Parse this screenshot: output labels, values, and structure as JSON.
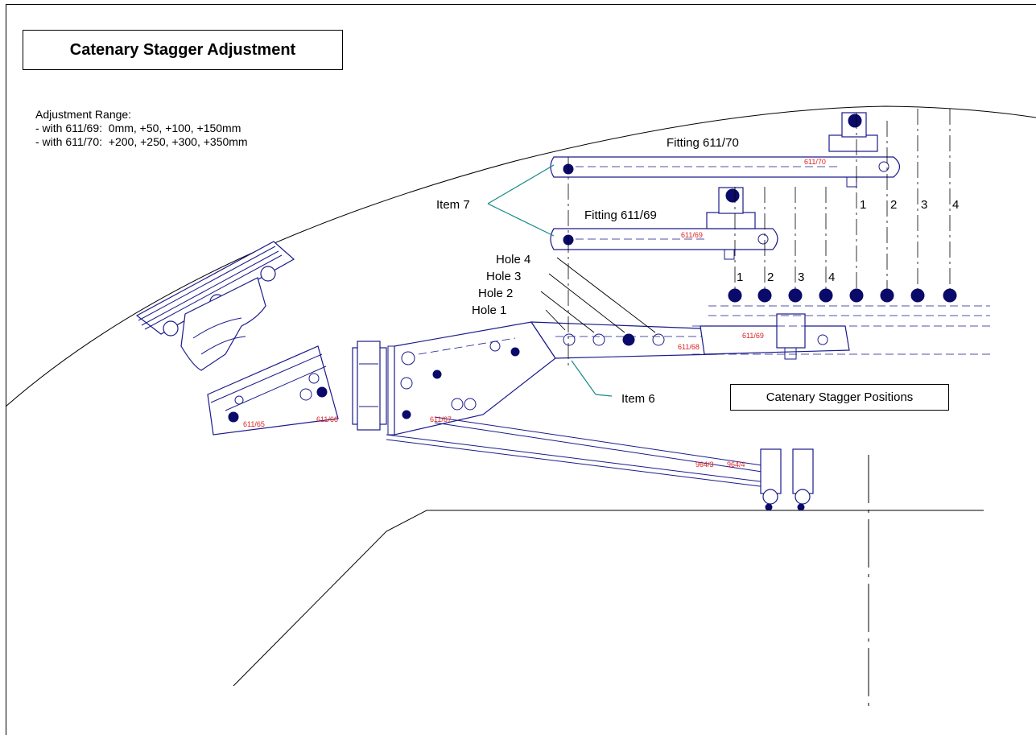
{
  "title": "Catenary Stagger Adjustment",
  "adjustment": {
    "heading": "Adjustment Range:",
    "line1": "- with 611/69:  0mm, +50, +100, +150mm",
    "line2": "- with 611/70:  +200, +250, +300, +350mm"
  },
  "labels": {
    "fitting_70": "Fitting 611/70",
    "fitting_69": "Fitting 611/69",
    "item7": "Item 7",
    "item6": "Item 6",
    "hole1": "Hole 1",
    "hole2": "Hole 2",
    "hole3": "Hole 3",
    "hole4": "Hole 4",
    "positions": "Catenary Stagger Positions"
  },
  "upper_positions": [
    "1",
    "2",
    "3",
    "4"
  ],
  "lower_positions": [
    "1",
    "2",
    "3",
    "4"
  ],
  "part_numbers": {
    "p61170": "611/70",
    "p61169a": "611/69",
    "p61169b": "611/69",
    "p61168": "611/68",
    "p61165": "611/65",
    "p61166": "611/66",
    "p61167": "611/67",
    "p9643": "964/3",
    "p9644": "964/4"
  },
  "colors": {
    "line": "#1a1a8c",
    "part_number": "#e02020",
    "leader_item": "#138a8a"
  }
}
